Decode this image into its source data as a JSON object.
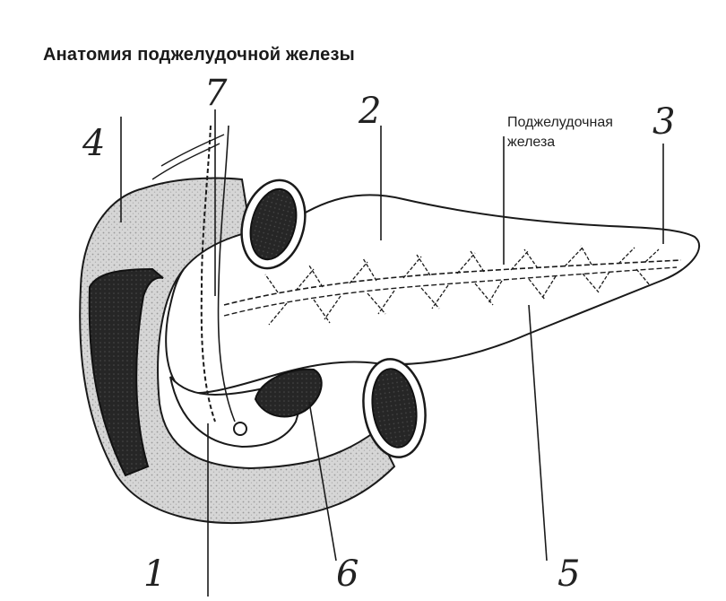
{
  "title": "Анатомия поджелудочной железы",
  "gland_label": {
    "line1": "Поджелудочная",
    "line2": "железа"
  },
  "numbers": {
    "n1": "1",
    "n2": "2",
    "n3": "3",
    "n4": "4",
    "n5": "5",
    "n6": "6",
    "n7": "7"
  },
  "colors": {
    "ink": "#1a1a1a",
    "shade": "#cfcfcf",
    "dark": "#2a2a2a",
    "paper": "#ffffff"
  }
}
